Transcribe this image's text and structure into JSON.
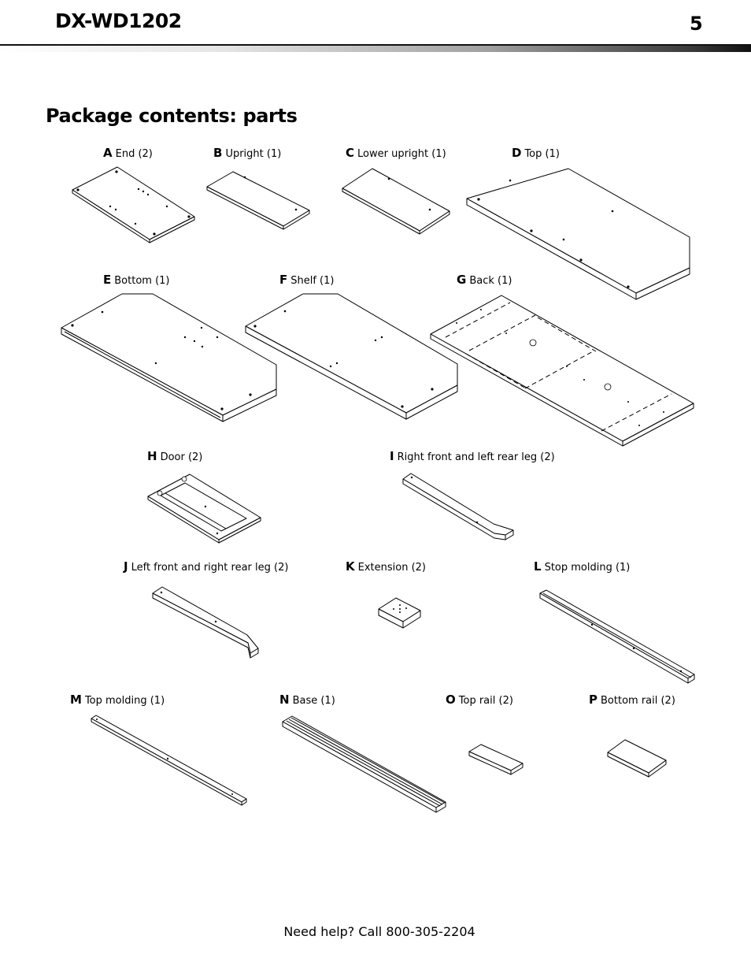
{
  "header": {
    "model": "DX-WD1202",
    "page_number": "5"
  },
  "section_title": "Package contents: parts",
  "parts": [
    {
      "letter": "A",
      "text": "End (2)"
    },
    {
      "letter": "B",
      "text": "Upright (1)"
    },
    {
      "letter": "C",
      "text": "Lower upright (1)"
    },
    {
      "letter": "D",
      "text": "Top (1)"
    },
    {
      "letter": "E",
      "text": "Bottom (1)"
    },
    {
      "letter": "F",
      "text": "Shelf (1)"
    },
    {
      "letter": "G",
      "text": "Back (1)"
    },
    {
      "letter": "H",
      "text": "Door (2)"
    },
    {
      "letter": "I",
      "text": "Right front and left rear leg (2)"
    },
    {
      "letter": "J",
      "text": "Left front and right rear leg (2)"
    },
    {
      "letter": "K",
      "text": "Extension (2)"
    },
    {
      "letter": "L",
      "text": "Stop molding (1)"
    },
    {
      "letter": "M",
      "text": "Top molding (1)"
    },
    {
      "letter": "N",
      "text": "Base (1)"
    },
    {
      "letter": "O",
      "text": "Top rail (2)"
    },
    {
      "letter": "P",
      "text": "Bottom rail (2)"
    }
  ],
  "footer": {
    "text": "Need help? Call 800-305-2204"
  }
}
